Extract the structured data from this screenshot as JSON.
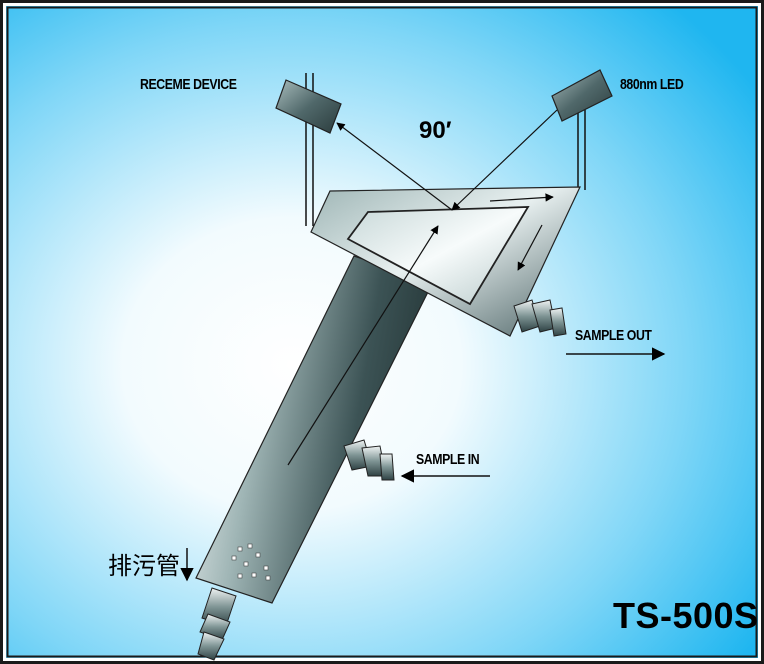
{
  "labels": {
    "receive_device": "RECEME DEVICE",
    "led": "880nm LED",
    "angle": "90′",
    "sample_out": "SAMPLE OUT",
    "sample_in": "SAMPLE IN",
    "drain_pipe": "排污管",
    "model": "TS-500S"
  },
  "colors": {
    "background_center": "#ffffff",
    "background_edge": "#1fb6f0",
    "frame": "#1a1a1a",
    "body_dark": "#35484a",
    "body_light": "#eef4f4"
  }
}
